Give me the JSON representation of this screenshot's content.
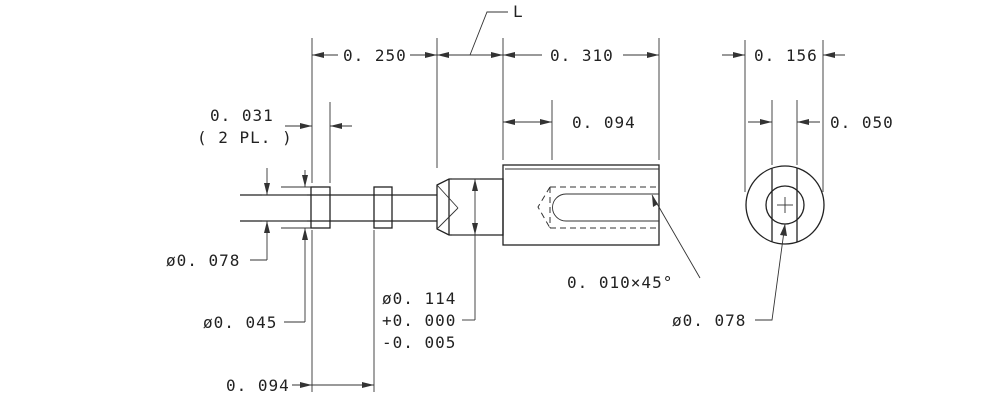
{
  "drawing": {
    "line_color": "#222222",
    "background": "#ffffff",
    "labels": {
      "overall_length_ref": "L",
      "dim_0250": "0. 250",
      "dim_0310": "0. 310",
      "dim_0156": "0. 156",
      "dim_0031": "0. 031",
      "dim_2pl": "( 2  PL. )",
      "dim_0094_top": "0. 094",
      "dim_0050": "0. 050",
      "dia_0078_left": "ø0. 078",
      "dia_0045": "ø0. 045",
      "dia_0114": "ø0. 114",
      "tol_plus": "+0. 000",
      "tol_minus": "-0. 005",
      "chamfer": "0. 010×45°",
      "dia_0078_right": "ø0. 078",
      "dim_0094_bottom": "0. 094"
    }
  }
}
